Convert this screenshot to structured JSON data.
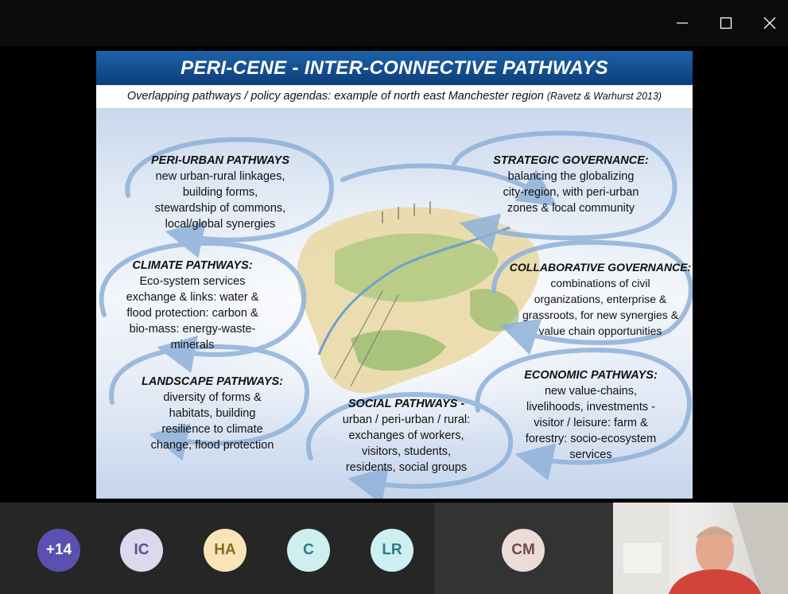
{
  "window": {
    "minimize_label": "—",
    "maximize_label": "□",
    "close_label": "✕"
  },
  "slide": {
    "title": "PERI-CENE - INTER-CONNECTIVE PATHWAYS",
    "subtitle": "Overlapping pathways / policy agendas: example of north east Manchester region",
    "citation": "(Ravetz & Warhurst 2013)",
    "blocks": [
      {
        "heading": "PERI-URBAN PATHWAYS",
        "lines": [
          "new urban-rural linkages,",
          "building forms,",
          "stewardship of commons,",
          "local/global synergies"
        ]
      },
      {
        "heading": "STRATEGIC GOVERNANCE:",
        "lines": [
          "balancing the globalizing",
          "city-region, with peri-urban",
          "zones & local community"
        ]
      },
      {
        "heading": "CLIMATE PATHWAYS:",
        "lines": [
          "Eco-system services",
          "exchange & links: water &",
          "flood protection: carbon &",
          "bio-mass: energy-waste-",
          "minerals"
        ]
      },
      {
        "heading": "COLLABORATIVE GOVERNANCE:",
        "lines": [
          "combinations of civil",
          "organizations, enterprise &",
          "grassroots, for new synergies &",
          "value chain opportunities"
        ]
      },
      {
        "heading": "LANDSCAPE PATHWAYS:",
        "lines": [
          "diversity of forms &",
          "habitats, building",
          "resilience to climate",
          "change, flood protection"
        ]
      },
      {
        "heading": "SOCIAL PATHWAYS -",
        "lines": [
          "urban / peri-urban / rural:",
          "exchanges of workers,",
          "visitors, students,",
          "residents, social groups"
        ]
      },
      {
        "heading": "ECONOMIC PATHWAYS:",
        "lines": [
          "new value-chains,",
          "livelihoods, investments  -",
          "visitor / leisure: farm &",
          "forestry: socio-ecosystem",
          "services"
        ]
      }
    ]
  },
  "participants": [
    {
      "initials": "+14",
      "bg": "#5b4fb0",
      "fg": "#ffffff"
    },
    {
      "initials": "IC",
      "bg": "#ddd8ee",
      "fg": "#5a4f8c"
    },
    {
      "initials": "HA",
      "bg": "#f8e4b6",
      "fg": "#8a6a22"
    },
    {
      "initials": "C",
      "bg": "#cfeeee",
      "fg": "#2f7d86"
    },
    {
      "initials": "LR",
      "bg": "#cdeff0",
      "fg": "#2d7a84"
    },
    {
      "initials": "CM",
      "bg": "#ecdcd8",
      "fg": "#6e4b44"
    }
  ],
  "colors": {
    "title_bar": "#0b0b0b",
    "slide_header": "#1a5aa0",
    "arrow": "#8fb1d9",
    "bottom_bar": "#262626"
  }
}
